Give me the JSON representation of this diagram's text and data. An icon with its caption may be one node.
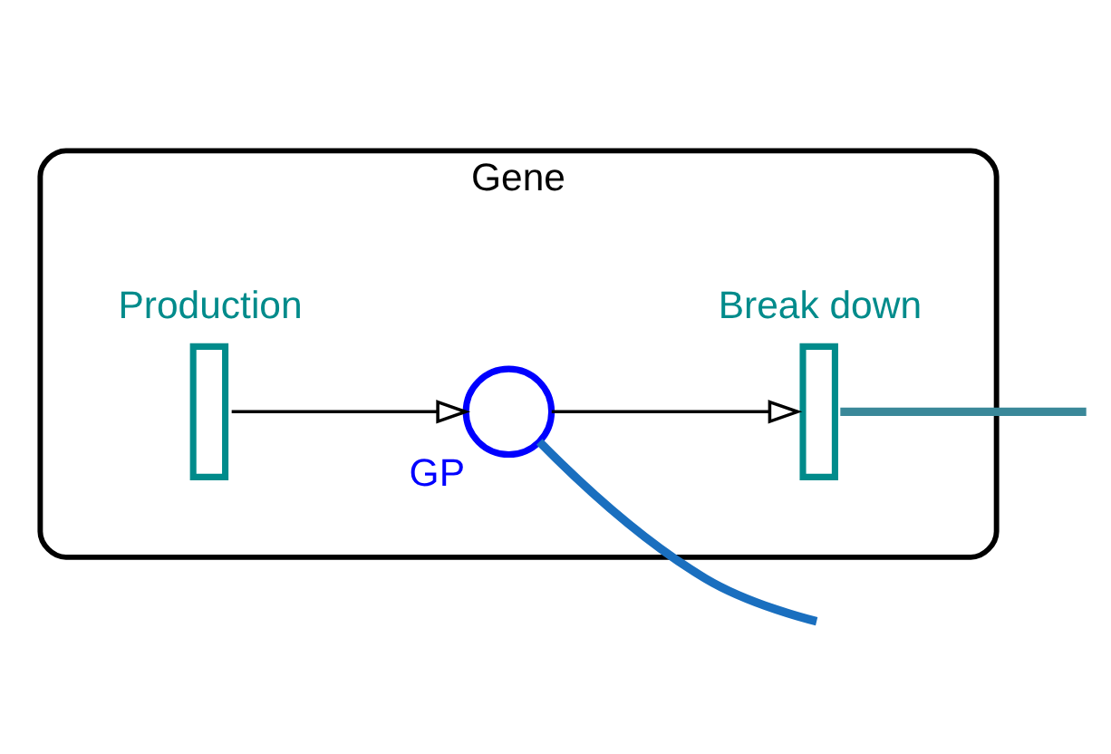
{
  "diagram": {
    "nodes": [
      {
        "text": [
          "Gene"
        ]
      },
      {
        "text": [
          "Production"
        ],
        "in": 0
      },
      {
        "text": [
          "GP"
        ],
        "in": 0
      },
      {
        "text": [
          "Break down"
        ],
        "in": 0
      }
    ],
    "edges": [
      {
        "from": 1,
        "to": 2,
        "arrow": "to"
      },
      {
        "from": 2,
        "to": 3,
        "arrow": "to"
      },
      {
        "from": 3,
        "to": null,
        "arrow": "none",
        "style": "thick",
        "color": "#3a8899"
      },
      {
        "from": 2,
        "to": null,
        "arrow": "none",
        "style": "thick",
        "color": "#1a6fbf"
      }
    ]
  }
}
